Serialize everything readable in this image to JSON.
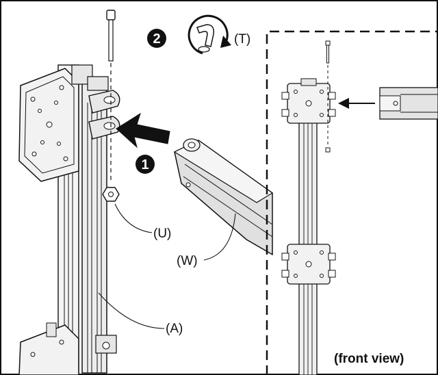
{
  "steps": [
    "1",
    "2"
  ],
  "labels": {
    "tool": "(T)",
    "nut": "(U)",
    "arm": "(W)",
    "pole": "(A)",
    "inset": "(front view)"
  },
  "colors": {
    "line": "#111111",
    "fill_light": "#f2f2f2",
    "fill_mid": "#d9d9d9",
    "fill_dark": "#bdbdbd"
  },
  "icons": [
    "rotate-clockwise-icon",
    "allen-key-icon",
    "insert-arrow-icon"
  ]
}
